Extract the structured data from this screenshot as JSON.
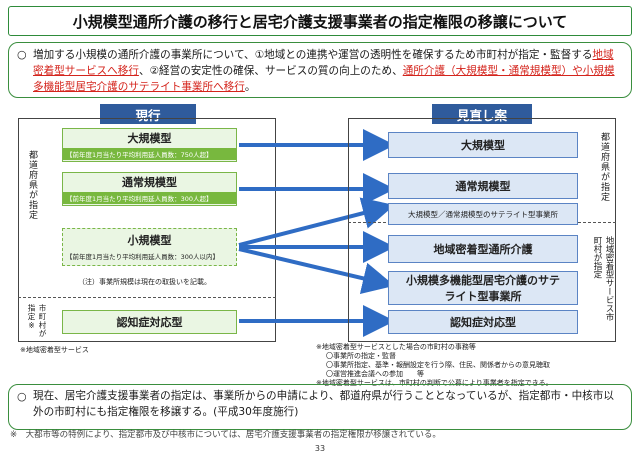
{
  "title": "小規模型通所介護の移行と居宅介護支援事業者の指定権限の移譲について",
  "intro": {
    "bullet": "○",
    "part1": "増加する小規模の通所介護の事業所について、①地域との連携や運営の透明性を確保するため市町村が指定・監督する",
    "red1": "地域密着型サービスへ移行",
    "part2": "、②経営の安定性の確保、サービスの質の向上のため、",
    "red2": "通所介護（大規模型・通常規模型）や小規模多機能型居宅介護のサテライト事業所へ移行",
    "part3": "。"
  },
  "current": {
    "header": "現行",
    "side_label": "都道府県が指定",
    "side_label2": "市町村が指定",
    "items": [
      {
        "name": "大規模型",
        "detail": "【前年度1月当たり平均利用延人員数：750人超】"
      },
      {
        "name": "通常規模型",
        "detail": "【前年度1月当たり平均利用延人員数：300人超】"
      },
      {
        "name": "小規模型",
        "detail": "【前年度1月当たり平均利用延人員数：300人以内】"
      }
    ],
    "small_note": "（注）事業所規模は現在の取扱いを記載。",
    "dementia": "認知症対応型",
    "footnote": "※地域密着型サービス",
    "municipal_mark": "※"
  },
  "revised": {
    "header": "見直し案",
    "side_label": "都道府県が指定",
    "side_label2": "地域密着型サービス市町村が指定",
    "items": [
      "大規模型",
      "通常規模型",
      "大規模型／通常規模型のサテライト型事業所",
      "地域密着型通所介護",
      "小規模多機能型居宅介護のサテライト型事業所",
      "認知症対応型"
    ]
  },
  "mid_notes": [
    "※地域密着型サービスとした場合の市町村の事務等",
    "〇事業所の指定・監督",
    "〇事業所指定、基準・報酬設定を行う際、住民、関係者からの意見聴取",
    "〇運営推進会議への参加　　等",
    "※地域密着型サービスは、市町村の判断で公募により事業者を指定できる。"
  ],
  "bottom": {
    "bullet": "○",
    "text": "現在、居宅介護支援事業者の指定は、事業所からの申請により、都道府県が行うこととなっているが、指定都市・中核市以外の市町村にも指定権限を移譲する。(平成30年度施行)"
  },
  "footnote": "※　大都市等の特例により、指定都市及び中核市については、居宅介護支援事業者の指定権限が移譲されている。",
  "page_number": "33"
}
